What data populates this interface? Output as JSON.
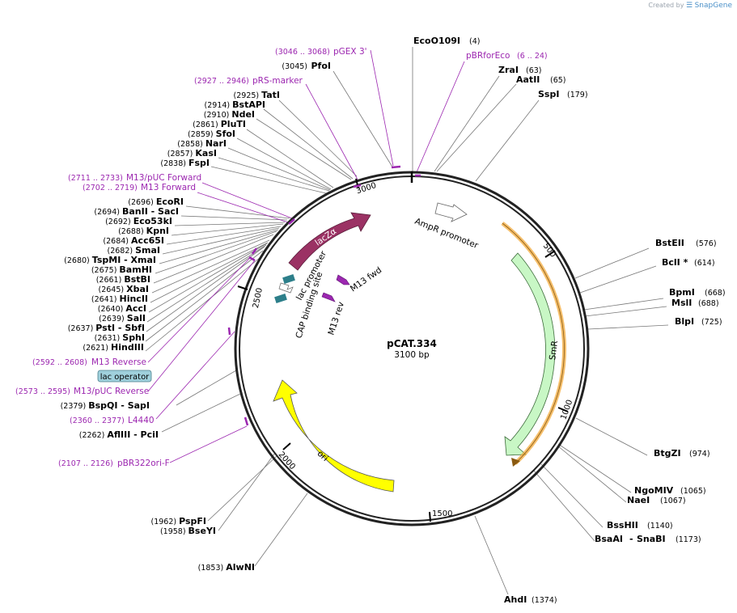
{
  "watermark": {
    "created_by": "Created by",
    "brand": "SnapGene"
  },
  "plasmid": {
    "name": "pCAT.334",
    "length_label": "3100 bp"
  },
  "ticks": [
    "500",
    "1000",
    "1500",
    "2000",
    "2500",
    "3000"
  ],
  "features": {
    "lacZa": "lacZα",
    "lac_promoter": "lac promoter",
    "cap_site": "CAP binding site",
    "m13_fwd": "M13 fwd",
    "m13_rev": "M13 rev",
    "ampr_promoter": "AmpR promoter",
    "smr": "SmR",
    "ori": "ori"
  },
  "colors": {
    "lacZa": "#9b3264",
    "smr": "#c8f7c5",
    "ori": "#ffff00",
    "orf": "#f2a93b",
    "primer": "#9c27b0",
    "cap": "#2d7f8a"
  },
  "right_sites": [
    {
      "name": "EcoO109I",
      "pos": "(4)"
    },
    {
      "name": "ZraI",
      "pos": "(63)"
    },
    {
      "name": "AatII",
      "pos": "(65)"
    },
    {
      "name": "SspI",
      "pos": "(179)"
    },
    {
      "name": "BstEII",
      "pos": "(576)"
    },
    {
      "name": "BclI *",
      "pos": "(614)"
    },
    {
      "name": "BpmI",
      "pos": "(668)"
    },
    {
      "name": "MslI",
      "pos": "(688)"
    },
    {
      "name": "BlpI",
      "pos": "(725)"
    },
    {
      "name": "BtgZI",
      "pos": "(974)"
    },
    {
      "name": "NgoMIV",
      "pos": "(1065)"
    },
    {
      "name": "NaeI",
      "pos": "(1067)"
    },
    {
      "name": "BssHII",
      "pos": "(1140)"
    },
    {
      "name": "BsaAI",
      "name2": "SnaBI",
      "pos": "(1173)"
    },
    {
      "name": "AhdI",
      "pos": "(1374)"
    }
  ],
  "left_sites": [
    {
      "pos": "(3045)",
      "name": "PfoI"
    },
    {
      "pos": "(2925)",
      "name": "TatI"
    },
    {
      "pos": "(2914)",
      "name": "BstAPI"
    },
    {
      "pos": "(2910)",
      "name": "NdeI"
    },
    {
      "pos": "(2861)",
      "name": "PluTI"
    },
    {
      "pos": "(2859)",
      "name": "SfoI"
    },
    {
      "pos": "(2858)",
      "name": "NarI"
    },
    {
      "pos": "(2857)",
      "name": "KasI"
    },
    {
      "pos": "(2838)",
      "name": "FspI"
    },
    {
      "pos": "(2696)",
      "name": "EcoRI"
    },
    {
      "pos": "(2694)",
      "name": "BanII",
      "name2": "SacI"
    },
    {
      "pos": "(2692)",
      "name": "Eco53kI"
    },
    {
      "pos": "(2688)",
      "name": "KpnI"
    },
    {
      "pos": "(2684)",
      "name": "Acc65I"
    },
    {
      "pos": "(2682)",
      "name": "SmaI"
    },
    {
      "pos": "(2680)",
      "name": "TspMI",
      "name2": "XmaI"
    },
    {
      "pos": "(2675)",
      "name": "BamHI"
    },
    {
      "pos": "(2661)",
      "name": "BstBI"
    },
    {
      "pos": "(2645)",
      "name": "XbaI"
    },
    {
      "pos": "(2641)",
      "name": "HincII"
    },
    {
      "pos": "(2640)",
      "name": "AccI"
    },
    {
      "pos": "(2639)",
      "name": "SalI"
    },
    {
      "pos": "(2637)",
      "name": "PstI",
      "name2": "SbfI"
    },
    {
      "pos": "(2631)",
      "name": "SphI"
    },
    {
      "pos": "(2621)",
      "name": "HindIII"
    },
    {
      "pos": "(2379)",
      "name": "BspQI",
      "name2": "SapI"
    },
    {
      "pos": "(2262)",
      "name": "AflIII",
      "name2": "PciI"
    },
    {
      "pos": "(1962)",
      "name": "PspFI"
    },
    {
      "pos": "(1958)",
      "name": "BseYI"
    },
    {
      "pos": "(1853)",
      "name": "AlwNI"
    }
  ],
  "primers": [
    {
      "range": "(3046 .. 3068)",
      "name": "pGEX 3'"
    },
    {
      "range": "(6 .. 24)",
      "name": "pBRforEco"
    },
    {
      "range": "(2927 .. 2946)",
      "name": "pRS-marker"
    },
    {
      "range": "(2711 .. 2733)",
      "name": "M13/pUC Forward"
    },
    {
      "range": "(2702 .. 2719)",
      "name": "M13 Forward"
    },
    {
      "range": "(2592 .. 2608)",
      "name": "M13 Reverse"
    },
    {
      "range": "(2573 .. 2595)",
      "name": "M13/pUC Reverse"
    },
    {
      "range": "(2360 .. 2377)",
      "name": "L4440"
    },
    {
      "range": "(2107 .. 2126)",
      "name": "pBR322ori-F"
    }
  ],
  "lac_operator": "lac operator"
}
